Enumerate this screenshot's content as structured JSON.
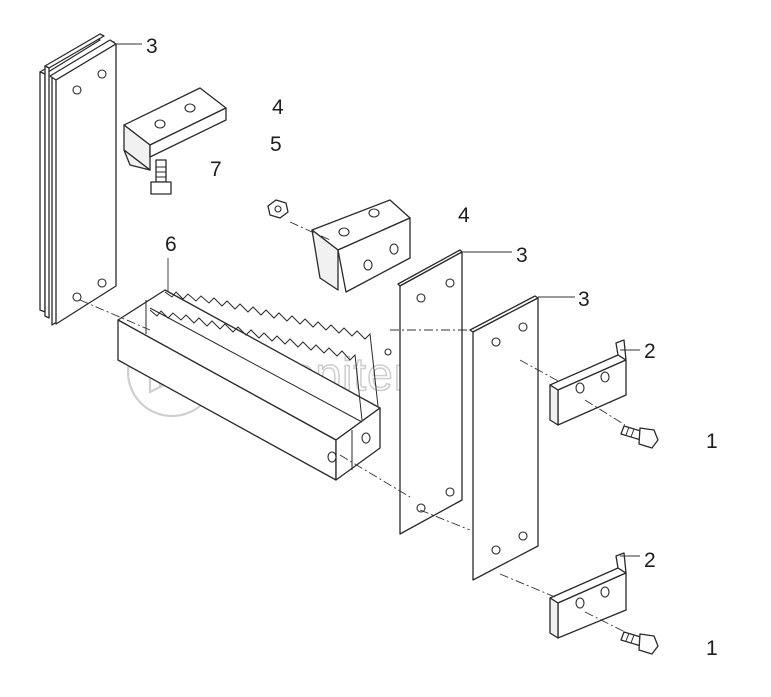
{
  "watermark": {
    "text": "autopiter.ru"
  },
  "callouts": {
    "c3_top": "3",
    "c4_top": "4",
    "c5": "5",
    "c7": "7",
    "c6": "6",
    "c4_mid": "4",
    "c3_mid": "3",
    "c3_right": "3",
    "c2_top": "2",
    "c1_top": "1",
    "c2_bottom": "2",
    "c1_bottom": "1"
  }
}
